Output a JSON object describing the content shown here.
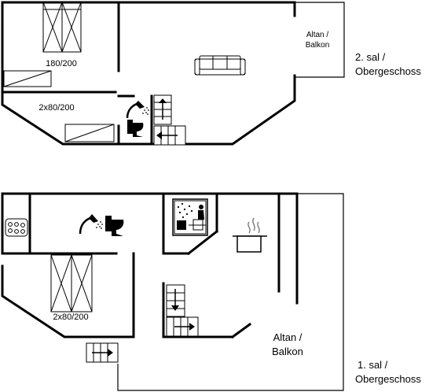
{
  "floors": {
    "upper": {
      "label_line1": "2. sal /",
      "label_line2": "Obergeschoss",
      "balcony_line1": "Altan /",
      "balcony_line2": "Balkon",
      "bed_double": "180/200",
      "bed_twin": "2x80/200"
    },
    "lower": {
      "label_line1": "1. sal /",
      "label_line2": "Obergeschoss",
      "balcony_line1": "Altan /",
      "balcony_line2": "Balkon",
      "bed_twin": "2x80/200"
    }
  },
  "icons": [
    "sofa-icon",
    "shower-icon",
    "toilet-icon",
    "stairs-icon",
    "sauna-icon",
    "stove-icon",
    "cooking-pot-icon",
    "bed-icon"
  ]
}
